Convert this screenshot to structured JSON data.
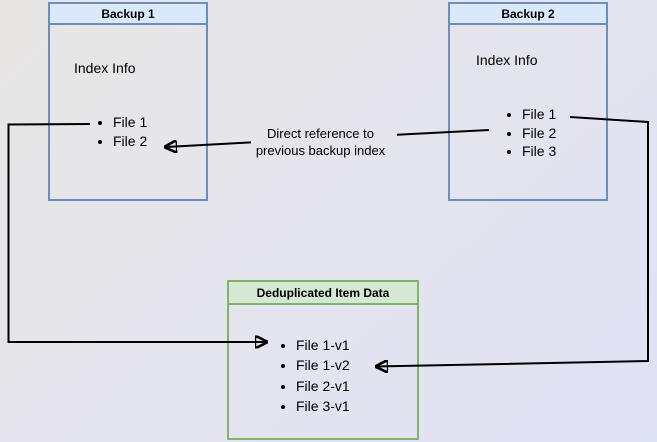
{
  "colors": {
    "bg-top-left": "#e8e6e4",
    "bg-bottom-right": "#dfe1f5",
    "blue-fill": "#dae8fc",
    "blue-border": "#6c8ebf",
    "green-fill": "#d5e8d4",
    "green-border": "#82b366",
    "arrow": "#000000"
  },
  "backup1": {
    "title": "Backup 1",
    "section_label": "Index Info",
    "files": [
      "File 1",
      "File 2"
    ]
  },
  "backup2": {
    "title": "Backup 2",
    "section_label": "Index Info",
    "files": [
      "File 1",
      "File 2",
      "File 3"
    ]
  },
  "dedup": {
    "title": "Deduplicated Item Data",
    "files": [
      "File 1-v1",
      "File 1-v2",
      "File 2-v1",
      "File 3-v1"
    ]
  },
  "annotations": {
    "direct_reference": "Direct reference to previous backup index"
  }
}
